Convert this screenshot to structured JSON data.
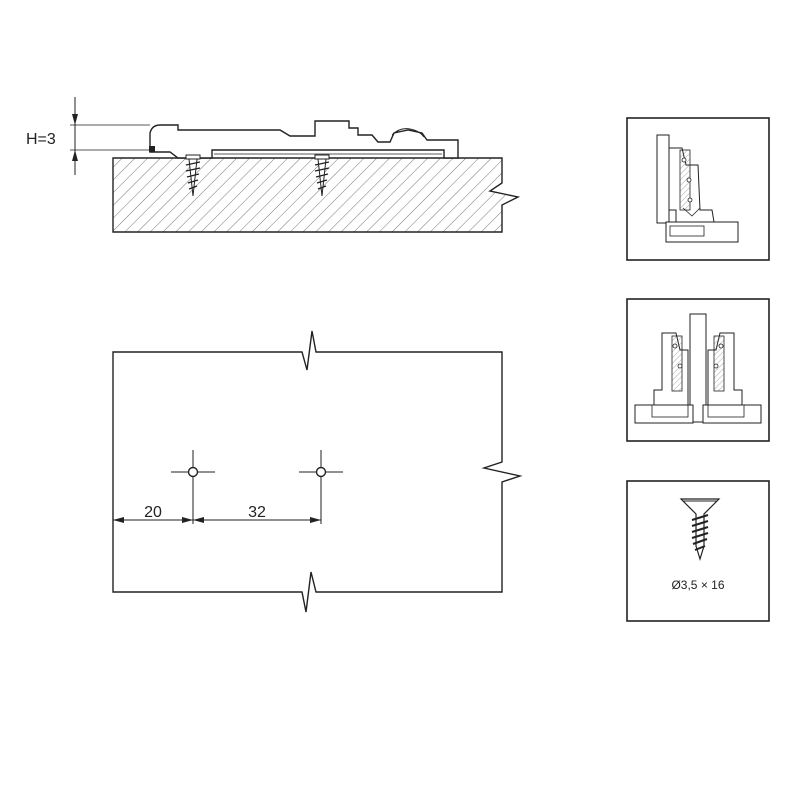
{
  "side_view": {
    "height_label": "H=3"
  },
  "plan_view": {
    "dim_edge_to_hole": "20",
    "dim_hole_spacing": "32"
  },
  "panels": {
    "screw_spec": "Ø3,5 × 16",
    "icons": [
      "single-hinge-icon",
      "double-hinge-icon",
      "screw-icon"
    ]
  },
  "colors": {
    "line": "#222222",
    "plate_fill": "#ffffff",
    "hatch": "#444444"
  }
}
